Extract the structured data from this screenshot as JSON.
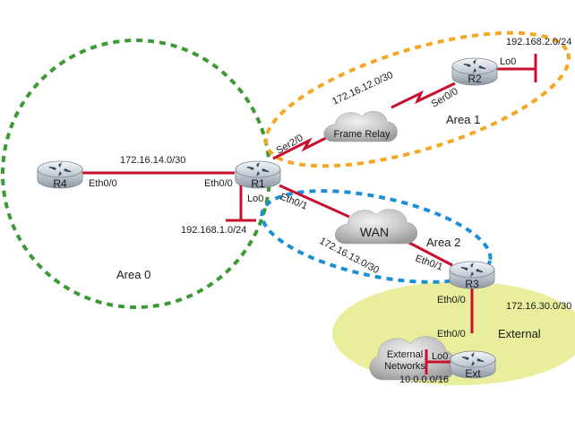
{
  "diagram": {
    "title": "OSPF multi-area topology",
    "colors": {
      "link": "#c8102e",
      "area0": "#3c9a35",
      "area1": "#f5a623",
      "area2": "#1a8fd6",
      "external_fill": "#e8ee9c"
    },
    "areas": {
      "area0": "Area 0",
      "area1": "Area 1",
      "area2": "Area 2",
      "external": "External"
    },
    "routers": {
      "r1": "R1",
      "r2": "R2",
      "r3": "R3",
      "r4": "R4",
      "ext": "Ext"
    },
    "clouds": {
      "frame_relay": "Frame Relay",
      "wan": "WAN",
      "external_line1": "External",
      "external_line2": "Networks"
    },
    "subnets": {
      "r4_r1": "172.16.14.0/30",
      "r1_lo0": "192.168.1.0/24",
      "r1_r2": "172.16.12.0/30",
      "r2_lo0": "192.168.2.0/24",
      "r1_r3": "172.16.13.0/30",
      "r3_ext": "172.16.30.0/30",
      "ext_lo0": "10.0.0.0/16"
    },
    "interfaces": {
      "r4_eth00": "Eth0/0",
      "r1_eth00": "Eth0/0",
      "r1_lo0": "Lo0",
      "r1_ser20": "Ser2/0",
      "r1_eth01": "Eth0/1",
      "r2_ser00": "Ser0/0",
      "r2_lo0": "Lo0",
      "r3_eth01": "Eth0/1",
      "r3_eth00": "Eth0/0",
      "ext_eth00": "Eth0/0",
      "ext_lo0": "Lo0"
    }
  }
}
